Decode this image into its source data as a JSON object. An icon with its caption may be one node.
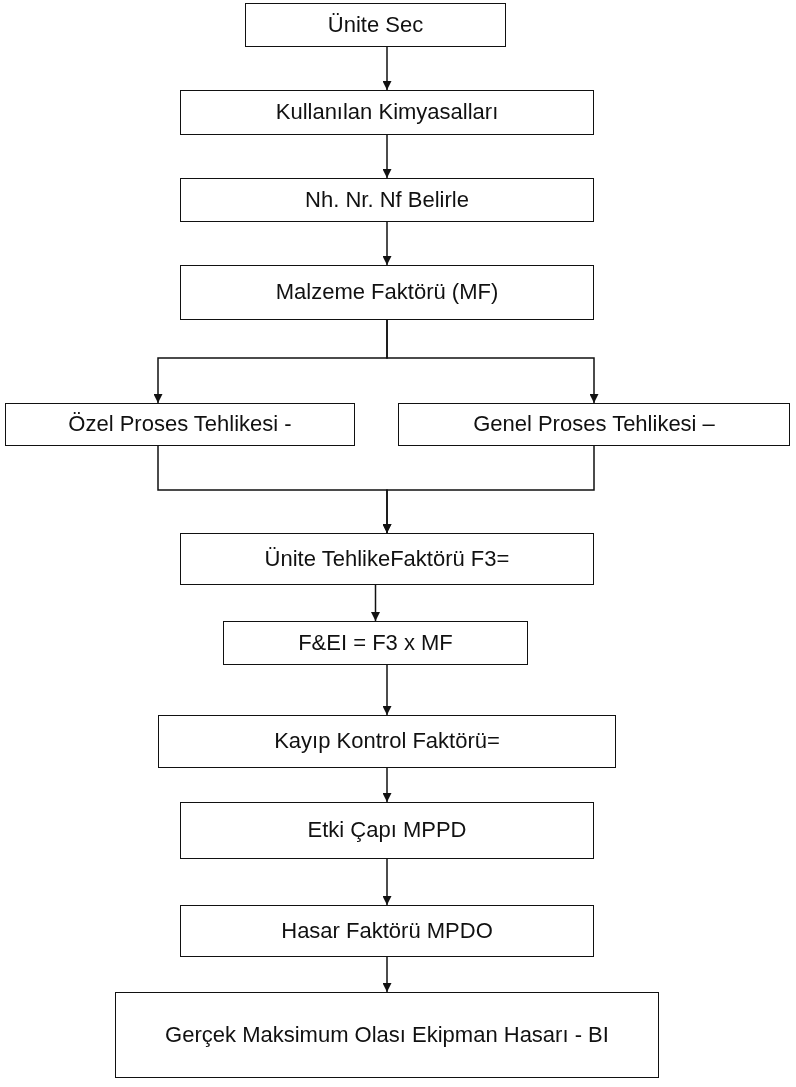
{
  "diagram": {
    "nodes": [
      {
        "text": [
          "Ünite Sec"
        ]
      },
      {
        "text": [
          "Kullanılan Kimyasalları"
        ]
      },
      {
        "text": [
          "Nh. Nr. Nf Belirle"
        ]
      },
      {
        "text": [
          "Malzeme Faktörü (MF)"
        ]
      },
      {
        "text": [
          "Özel Proses Tehlikesi -"
        ]
      },
      {
        "text": [
          "Genel Proses Tehlikesi –"
        ]
      },
      {
        "text": [
          "Ünite TehlikeFaktörü F3="
        ]
      },
      {
        "text": [
          "F&EI = F3 x MF"
        ]
      },
      {
        "text": [
          "Kayıp Kontrol Faktörü="
        ]
      },
      {
        "text": [
          "Etki Çapı MPPD"
        ]
      },
      {
        "text": [
          "Hasar Faktörü MPDO"
        ]
      },
      {
        "text": [
          "Gerçek Maksimum Olası Ekipman Hasarı - BI"
        ]
      }
    ],
    "edges": [
      {
        "from": 0,
        "to": 1,
        "arrow": "to"
      },
      {
        "from": 1,
        "to": 2,
        "arrow": "to"
      },
      {
        "from": 2,
        "to": 3,
        "arrow": "to"
      },
      {
        "from": 3,
        "to": 4,
        "arrow": "to"
      },
      {
        "from": 3,
        "to": 5,
        "arrow": "to"
      },
      {
        "from": 4,
        "to": 6,
        "arrow": "to"
      },
      {
        "from": 5,
        "to": 6,
        "arrow": "to"
      },
      {
        "from": 6,
        "to": 7,
        "arrow": "to"
      },
      {
        "from": 7,
        "to": 8,
        "arrow": "to"
      },
      {
        "from": 8,
        "to": 9,
        "arrow": "to"
      },
      {
        "from": 9,
        "to": 10,
        "arrow": "to"
      },
      {
        "from": 10,
        "to": 11,
        "arrow": "to"
      }
    ]
  }
}
